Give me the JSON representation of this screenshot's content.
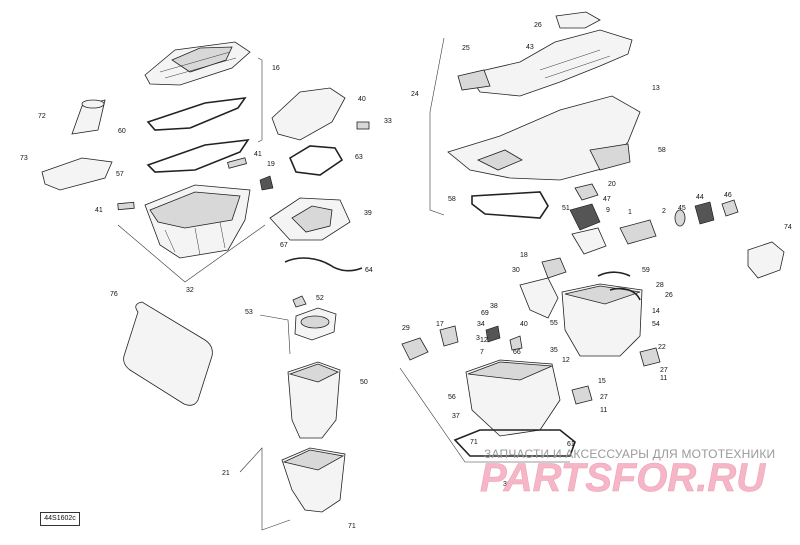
{
  "diagram": {
    "code": "44S1602c",
    "watermark_caption": "ЗАПЧАСТИ И АКСЕССУАРЫ ДЛЯ МОТОТЕХНИКИ",
    "watermark_logo_text": "PARTSFOR.RU",
    "callouts": [
      "16",
      "72",
      "60",
      "73",
      "57",
      "41",
      "41",
      "32",
      "40",
      "33",
      "63",
      "19",
      "39",
      "67",
      "64",
      "52",
      "53",
      "76",
      "50",
      "21",
      "71",
      "26",
      "25",
      "43",
      "24",
      "13",
      "58",
      "20",
      "47",
      "51",
      "9",
      "58",
      "1",
      "2",
      "45",
      "44",
      "46",
      "74",
      "18",
      "30",
      "59",
      "28",
      "26",
      "14",
      "38",
      "69",
      "55",
      "34",
      "40",
      "54",
      "29",
      "17",
      "12",
      "7",
      "3",
      "66",
      "35",
      "12",
      "22",
      "27",
      "11",
      "56",
      "15",
      "27",
      "11",
      "37",
      "71",
      "61",
      "36"
    ]
  }
}
